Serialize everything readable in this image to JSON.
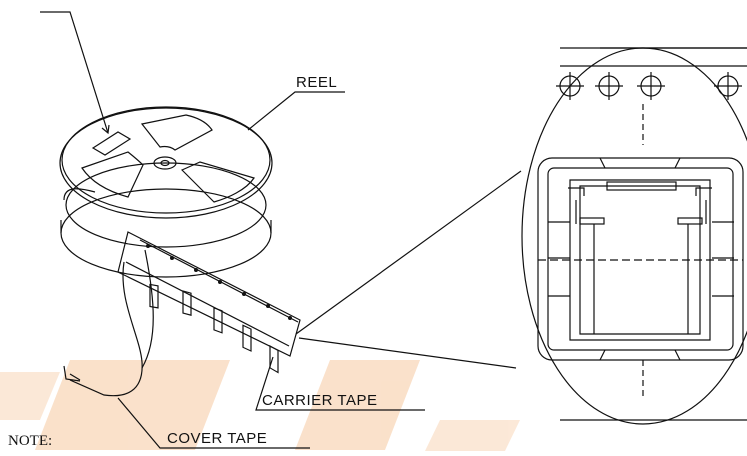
{
  "labels": {
    "reel": "REEL",
    "carrier_tape": "CARRIER  TAPE",
    "cover_tape": "COVER  TAPE",
    "note": "NOTE:"
  },
  "colors": {
    "line": "#111111",
    "watermark": "#f6c9a0"
  }
}
